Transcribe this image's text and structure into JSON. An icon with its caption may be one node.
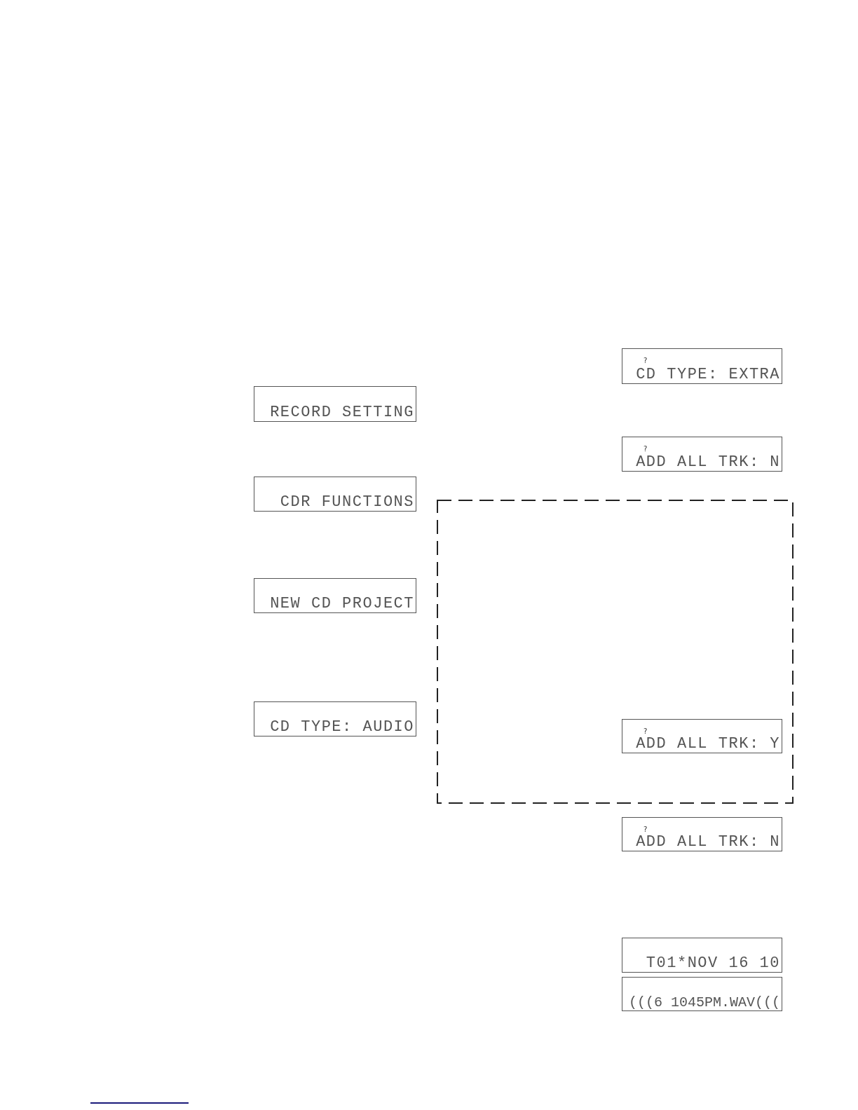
{
  "diagram": {
    "nodes": [
      {
        "text": [
          "?",
          "CD TYPE: EXTRA"
        ]
      },
      {
        "text": [
          "RECORD SETTING"
        ]
      },
      {
        "text": [
          "?",
          "ADD ALL TRK: N"
        ]
      },
      {
        "text": [
          "CDR FUNCTIONS"
        ]
      },
      {
        "text": [],
        "shape": "box"
      },
      {
        "text": [
          "NEW CD PROJECT"
        ]
      },
      {
        "text": [
          "CD TYPE: AUDIO"
        ]
      },
      {
        "text": [
          "?",
          "ADD ALL TRK: Y"
        ],
        "in": 4
      },
      {
        "text": [
          "?",
          "ADD ALL TRK: N"
        ]
      },
      {
        "text": [
          "T01*NOV 16 10"
        ]
      },
      {
        "text": [
          "(((6 1045PM.WAV((("
        ]
      }
    ]
  }
}
